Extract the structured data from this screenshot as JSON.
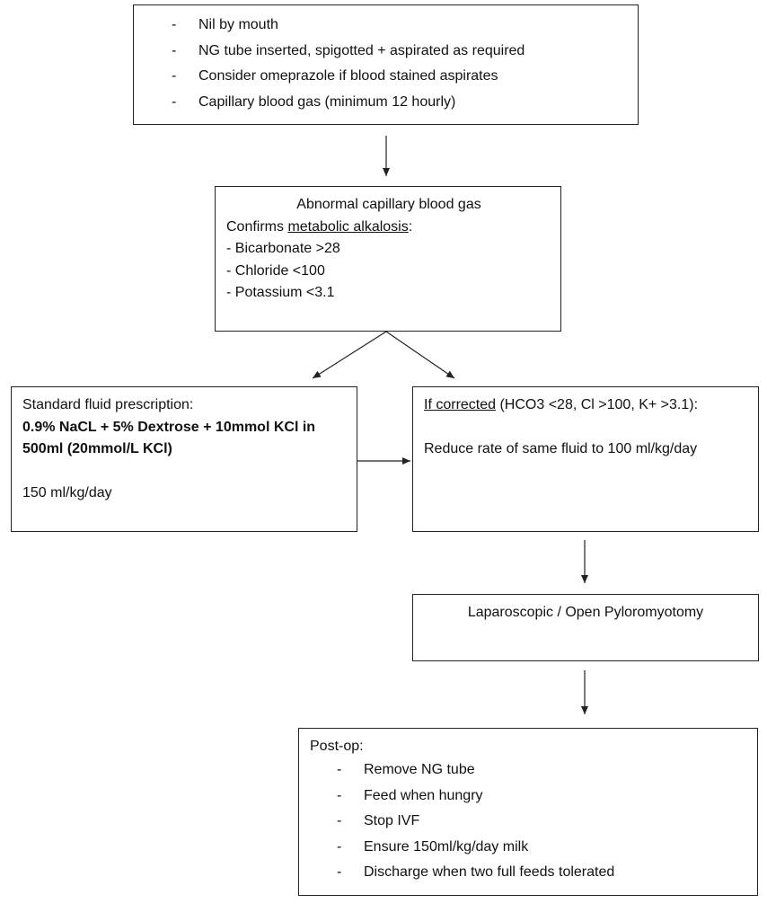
{
  "colors": {
    "line": "#222222",
    "text": "#111111",
    "background": "#ffffff"
  },
  "box1": {
    "dash": "-",
    "items": [
      "Nil by mouth",
      "NG tube inserted, spigotted + aspirated as required",
      "Consider omeprazole if blood stained aspirates",
      "Capillary blood gas (minimum 12 hourly)"
    ]
  },
  "box2": {
    "title": "Abnormal capillary blood gas",
    "confirms_prefix": "Confirms ",
    "confirms_term": "metabolic alkalosis",
    "confirms_suffix": ":",
    "items": [
      "- Bicarbonate >28",
      "- Chloride <100",
      "- Potassium <3.1"
    ]
  },
  "box3": {
    "title": "Standard fluid prescription:",
    "fluid_line1": "0.9% NaCL + 5% Dextrose + 10mmol KCl in",
    "fluid_line2": "500ml (20mmol/L KCl)",
    "rate": "150 ml/kg/day"
  },
  "box4": {
    "condition_label": "If corrected",
    "condition_detail": " (HCO3 <28, Cl >100, K+ >3.1):",
    "action": "Reduce rate of same fluid to 100 ml/kg/day"
  },
  "box5": {
    "text": "Laparoscopic / Open Pyloromyotomy"
  },
  "box6": {
    "title": "Post-op:",
    "dash": "-",
    "items": [
      "Remove NG tube",
      "Feed when hungry",
      "Stop IVF",
      "Ensure 150ml/kg/day milk",
      "Discharge when two full feeds tolerated"
    ]
  }
}
